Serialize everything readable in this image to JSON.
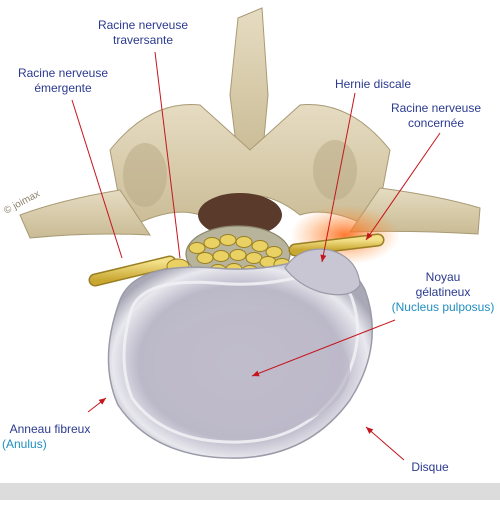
{
  "colors": {
    "label_text": "#2b3a8f",
    "latin_text": "#1f8fc0",
    "leader_line": "#c4161c",
    "bone": "#ddd2b4",
    "bone_shadow": "#b9ab86",
    "disc_rim": "#c9c9d4",
    "disc_center": "#b9b6c6",
    "nerve": "#e0c85a",
    "inflammation": "#ff7a2a"
  },
  "watermark": "© joimax",
  "labels": {
    "traversing": [
      "Racine nerveuse",
      "traversante"
    ],
    "emerging": [
      "Racine nerveuse",
      "émergente"
    ],
    "herniation": "Hernie discale",
    "affected": [
      "Racine nerveuse",
      "concernée"
    ],
    "nucleus": [
      "Noyau",
      "gélatineux",
      "(Nucleus pulposus)"
    ],
    "annulus": [
      "Anneau fibreux",
      "(Anulus)"
    ],
    "disc": "Disque"
  }
}
